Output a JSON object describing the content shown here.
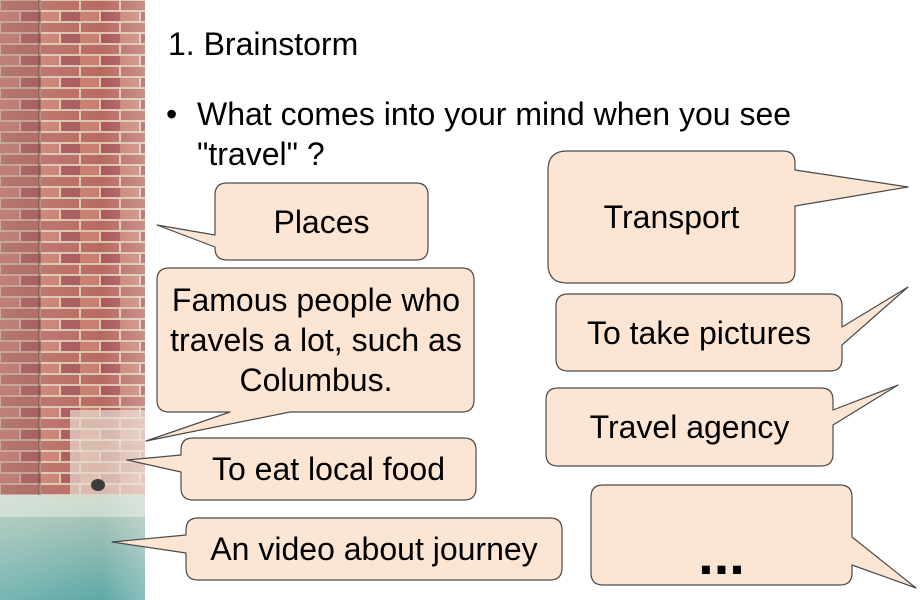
{
  "slide": {
    "title": "1. Brainstorm",
    "bullet": "What comes into your mind when you see \"travel\" ?"
  },
  "colors": {
    "callout_fill": "#fde5d3",
    "callout_border": "#4a4a4a"
  },
  "callouts": {
    "places": "Places",
    "famous_people": "Famous people who travels a lot, such as Columbus.",
    "local_food": "To eat local food",
    "video": "An video about journey",
    "transport": "Transport",
    "pictures": "To take pictures",
    "agency": "Travel agency",
    "more": "..."
  }
}
